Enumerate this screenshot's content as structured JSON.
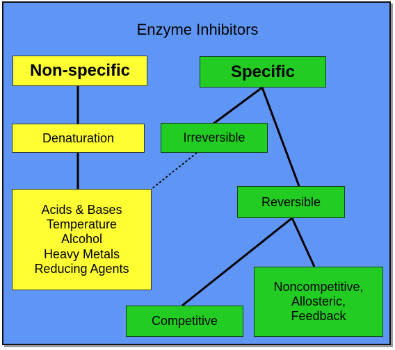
{
  "title": "Enzyme Inhibitors",
  "nodes": {
    "nonspecific": "Non-specific",
    "specific": "Specific",
    "denaturation": "Denaturation",
    "irreversible": "Irreversible",
    "reversible": "Reversible",
    "agents": [
      "Acids & Bases",
      "Temperature",
      "Alcohol",
      "Heavy Metals",
      "Reducing Agents"
    ],
    "competitive": "Competitive",
    "noncompetitive": [
      "Noncompetitive,",
      "Allosteric,",
      "Feedback"
    ]
  },
  "colors": {
    "background": "#5f96f5",
    "nonspecific_box": "#ffff33",
    "specific_box": "#22cc22"
  }
}
